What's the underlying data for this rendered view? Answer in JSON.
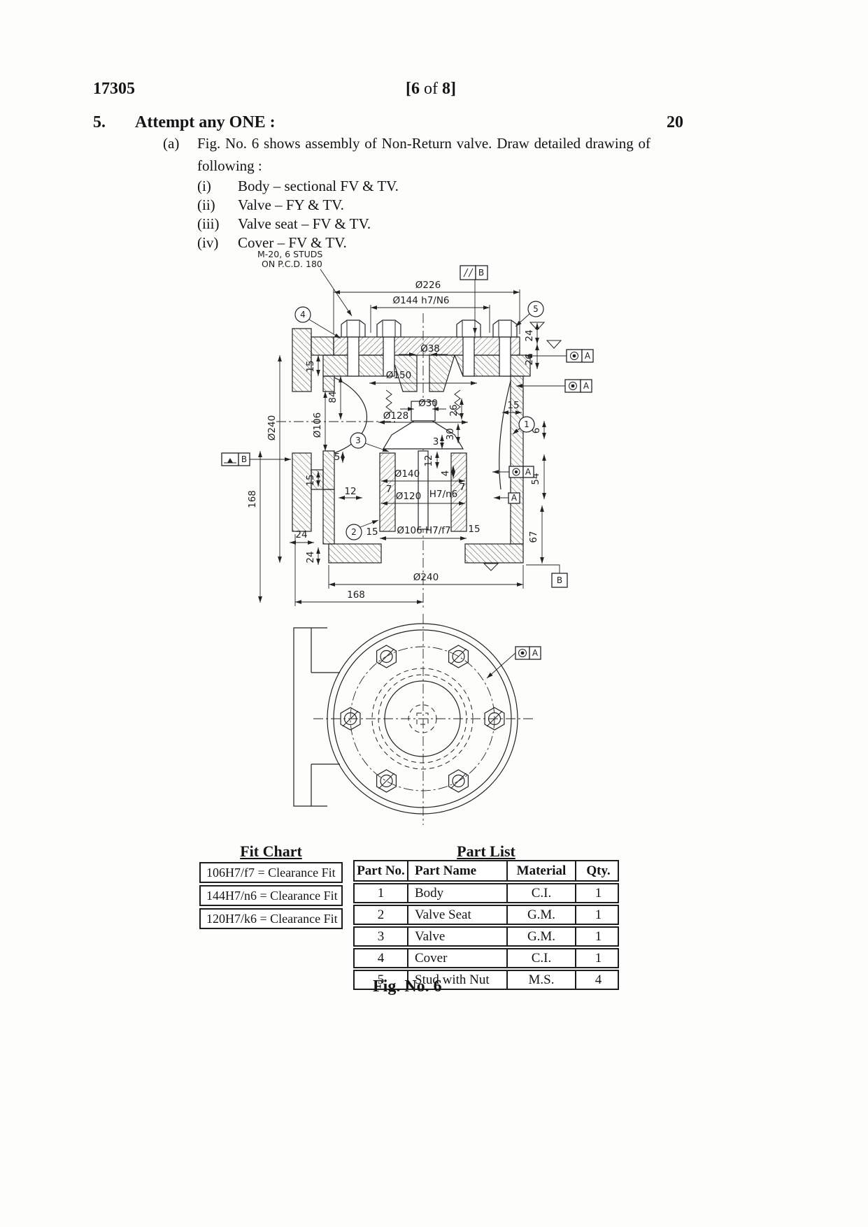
{
  "page": {
    "code": "17305",
    "page_info_left": "[6",
    "page_info_mid": " of ",
    "page_info_right": "8]",
    "marks": "20"
  },
  "question": {
    "number": "5.",
    "heading": "Attempt any ONE :",
    "sub_label": "(a)",
    "sub_text": "Fig. No. 6 shows assembly of Non-Return valve. Draw detailed drawing of",
    "sub_text2": "following :",
    "items": [
      {
        "label": "(i)",
        "text": "Body – sectional FV & TV."
      },
      {
        "label": "(ii)",
        "text": "Valve – FY & TV."
      },
      {
        "label": "(iii)",
        "text": "Valve seat – FV & TV."
      },
      {
        "label": "(iv)",
        "text": "Cover – FV & TV."
      }
    ]
  },
  "drawing": {
    "note_line1": "M-20, 6 STUDS",
    "note_line2": "ON P.C.D. 180",
    "balloons": {
      "b1": "1",
      "b2": "2",
      "b3": "3",
      "b4": "4",
      "b5": "5"
    },
    "frames": {
      "parallel_datum": "B",
      "datum_a": "A",
      "datum_b": "B"
    },
    "dims": {
      "d226": "Ø226",
      "d144": "Ø144 h7/N6",
      "d38": "Ø38",
      "d150": "Ø150",
      "d30": "Ø30",
      "d128": "Ø128",
      "d24r": "24",
      "d26r": "26",
      "d26m": "26",
      "d30m": "30",
      "d15r": "15",
      "d6": "6",
      "d3": "3",
      "d12a": "12",
      "d5": "5",
      "d140": "Ø140",
      "d4": "4",
      "d120": "Ø120",
      "dh7n6": "H7/n6",
      "d7a": "7",
      "d7b": "7",
      "d12b": "12",
      "d15lv": "15",
      "d106v": "Ø106",
      "d84": "84",
      "d15tl": "15",
      "d240l": "Ø240",
      "d168l": "168",
      "d24a": "24",
      "d24b": "24",
      "d106fit": "Ø106 H7/f7",
      "d15c": "15",
      "d15d": "15",
      "d54": "54",
      "d67": "67",
      "d240b": "Ø240",
      "d168b": "168"
    }
  },
  "fit_chart": {
    "title": "Fit Chart",
    "rows": [
      "106H7/f7 = Clearance Fit",
      "144H7/n6 = Clearance Fit",
      "120H7/k6 = Clearance Fit"
    ]
  },
  "part_list": {
    "title": "Part List",
    "headers": [
      "Part No.",
      "Part Name",
      "Material",
      "Qty."
    ],
    "rows": [
      [
        "1",
        "Body",
        "C.I.",
        "1"
      ],
      [
        "2",
        "Valve Seat",
        "G.M.",
        "1"
      ],
      [
        "3",
        "Valve",
        "G.M.",
        "1"
      ],
      [
        "4",
        "Cover",
        "C.I.",
        "1"
      ],
      [
        "5",
        "Stud with Nut",
        "M.S.",
        "4"
      ]
    ]
  },
  "caption": "Fig. No. 6"
}
